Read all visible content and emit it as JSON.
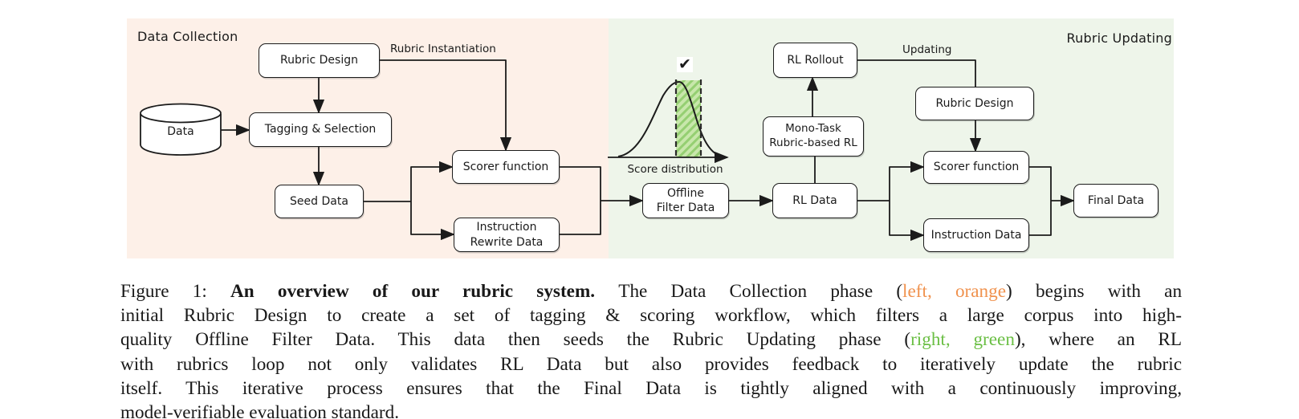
{
  "diagram": {
    "panel_titles": {
      "left": "Data Collection",
      "right": "Rubric Updating"
    },
    "colors": {
      "left_bg": "#fdf0e8",
      "right_bg": "#eef5ea",
      "ink": "#1b1b1b",
      "hatch_green_light": "#c8e7ab",
      "hatch_green_dark": "#95cf72",
      "orange_text": "#f0924e",
      "green_text": "#6bbf45"
    },
    "nodes": {
      "rubric_design_left": "Rubric Design",
      "data_cylinder": "Data",
      "tagging_selection": "Tagging & Selection",
      "seed_data": "Seed Data",
      "scorer_left": "Scorer function",
      "instruction_rewrite": "Instruction\nRewrite Data",
      "offline_filter": "Offline\nFilter Data",
      "rl_data": "RL Data",
      "mono_task": "Mono-Task\nRubric-based RL",
      "rl_rollout": "RL Rollout",
      "rubric_design_right": "Rubric Design",
      "scorer_right": "Scorer function",
      "instruction_data": "Instruction Data",
      "final_data": "Final Data"
    },
    "labels": {
      "rubric_instantiation": "Rubric Instantiation",
      "updating": "Updating",
      "score_distribution": "Score distribution",
      "checkmark": "✔"
    }
  },
  "caption": {
    "line1": {
      "prefix": "Figure 1: ",
      "bold": "An overview of our rubric system. ",
      "mid": " The Data Collection phase (",
      "highlight": "left, orange",
      "end": ") begins with an"
    },
    "line2": "initial Rubric Design to create a set of tagging & scoring workflow, which filters a large corpus into high-",
    "line3": {
      "pre": "quality Offline Filter Data. This data then seeds the Rubric Updating phase (",
      "highlight": "right, green",
      "end": "), where an RL"
    },
    "line4": "with rubrics loop not only validates RL Data but also provides feedback to iteratively update the rubric",
    "line5": "itself. This iterative process ensures that the Final Data is tightly aligned with a continuously improving,",
    "line6": "model-verifiable evaluation standard."
  }
}
